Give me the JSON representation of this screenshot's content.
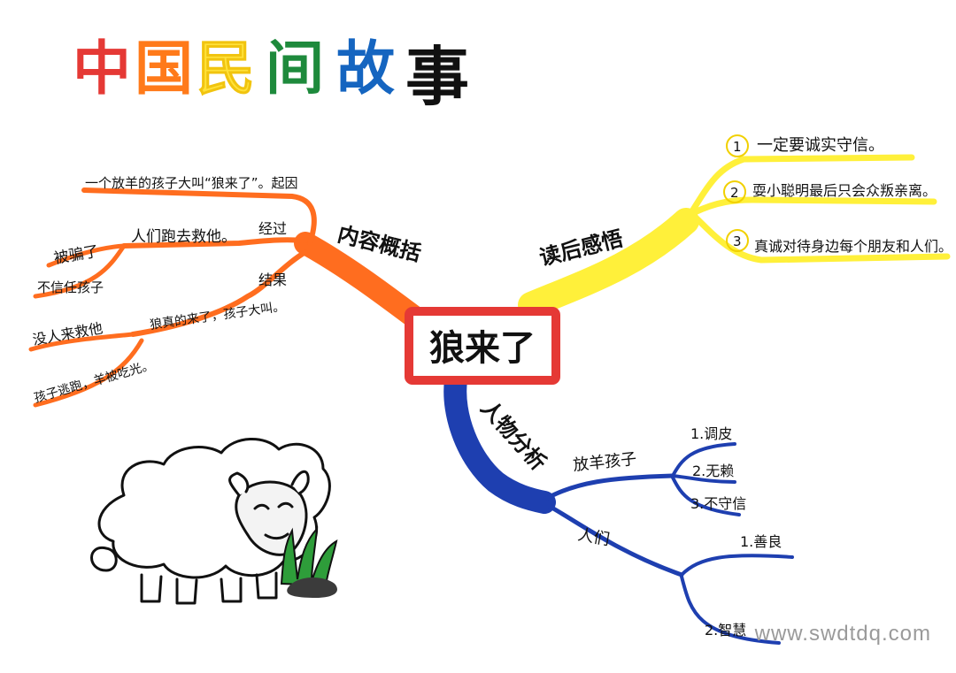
{
  "title": {
    "chars": [
      "中",
      "国",
      "民",
      "间",
      "故",
      "事"
    ],
    "colors": [
      "#e53935",
      "#ff7a1a",
      "#ffe23a",
      "#1e8a3c",
      "#1565c0",
      "#111111"
    ]
  },
  "center": {
    "label": "狼来了",
    "border_color": "#e53935"
  },
  "branches": {
    "content": {
      "label": "内容概括",
      "color": "#ff6d1f",
      "nodes": {
        "cause": "一个放羊的孩子大叫“狼来了”。起因",
        "process_label": "经过",
        "process_text": "人们跑去救他。",
        "process_result": "被骗了",
        "distrust": "不信任孩子",
        "result_label": "结果",
        "result_text": "狼真的来了，孩子大叫。",
        "nobody_came": "没人来救他",
        "ending": "孩子逃跑，羊被吃光。"
      }
    },
    "insight": {
      "label": "读后感悟",
      "color": "#fff03a",
      "items": [
        {
          "num": "1",
          "text": "一定要诚实守信。"
        },
        {
          "num": "2",
          "text": "耍小聪明最后只会众叛亲离。"
        },
        {
          "num": "3",
          "text": "真诚对待身边每个朋友和人们。"
        }
      ]
    },
    "character": {
      "label": "人物分析",
      "color": "#1e3fb0",
      "child": {
        "label": "放羊孩子",
        "traits": [
          "1.调皮",
          "2.无赖",
          "3.不守信"
        ]
      },
      "people": {
        "label": "人们",
        "traits": [
          "1.善良",
          "2.智慧"
        ]
      }
    }
  },
  "watermark": "www.swdtdq.com"
}
